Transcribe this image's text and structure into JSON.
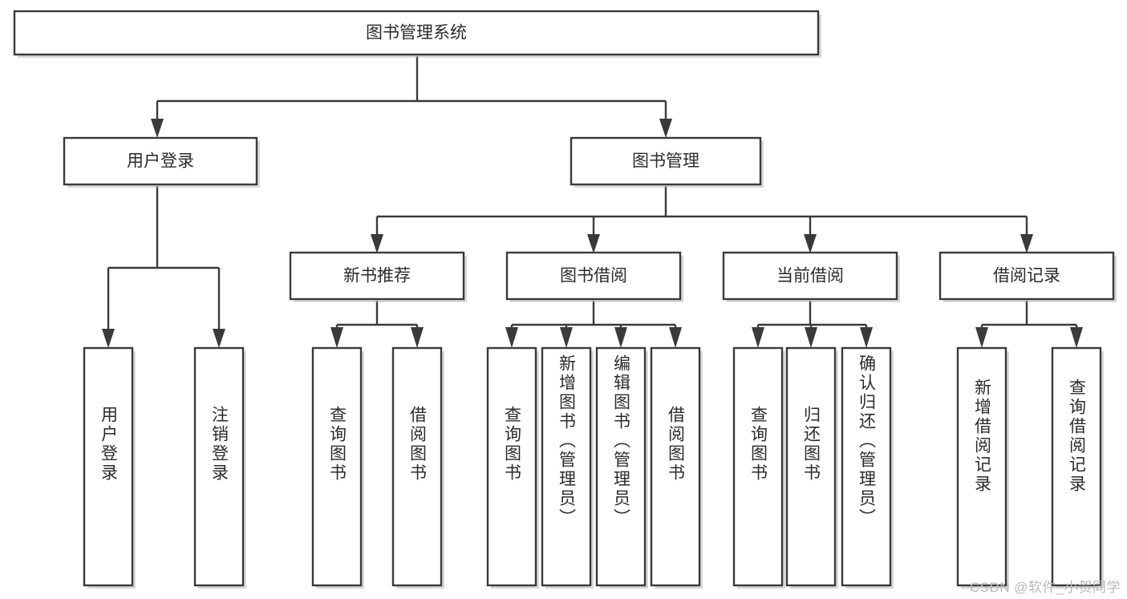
{
  "diagram": {
    "title": "图书管理系统",
    "type": "tree-hierarchy",
    "watermark": "CSDN @软件_小贺同学",
    "colors": {
      "stroke": "#3a3a3a",
      "box_fill": "#ffffff",
      "text": "#2b2b2b",
      "background": "#ffffff",
      "watermark": "#b9b9b9"
    },
    "root": {
      "label": "图书管理系统",
      "orientation": "horizontal"
    },
    "level1": [
      {
        "label": "用户登录",
        "orientation": "horizontal"
      },
      {
        "label": "图书管理",
        "orientation": "horizontal"
      }
    ],
    "level2": [
      {
        "label": "新书推荐",
        "orientation": "horizontal",
        "parent": "图书管理"
      },
      {
        "label": "图书借阅",
        "orientation": "horizontal",
        "parent": "图书管理"
      },
      {
        "label": "当前借阅",
        "orientation": "horizontal",
        "parent": "图书管理"
      },
      {
        "label": "借阅记录",
        "orientation": "horizontal",
        "parent": "图书管理"
      }
    ],
    "leaves": {
      "用户登录": [
        {
          "label": "用户登录",
          "orientation": "vertical"
        },
        {
          "label": "注销登录",
          "orientation": "vertical"
        }
      ],
      "新书推荐": [
        {
          "label": "查询图书",
          "orientation": "vertical"
        },
        {
          "label": "借阅图书",
          "orientation": "vertical"
        }
      ],
      "图书借阅": [
        {
          "label": "查询图书",
          "orientation": "vertical"
        },
        {
          "label": "新增图书（管理员）",
          "orientation": "vertical"
        },
        {
          "label": "编辑图书（管理员）",
          "orientation": "vertical"
        },
        {
          "label": "借阅图书",
          "orientation": "vertical"
        }
      ],
      "当前借阅": [
        {
          "label": "查询图书",
          "orientation": "vertical"
        },
        {
          "label": "归还图书",
          "orientation": "vertical"
        },
        {
          "label": "确认归还（管理员）",
          "orientation": "vertical"
        }
      ],
      "借阅记录": [
        {
          "label": "新增借阅记录",
          "orientation": "vertical"
        },
        {
          "label": "查询借阅记录",
          "orientation": "vertical"
        }
      ]
    }
  }
}
